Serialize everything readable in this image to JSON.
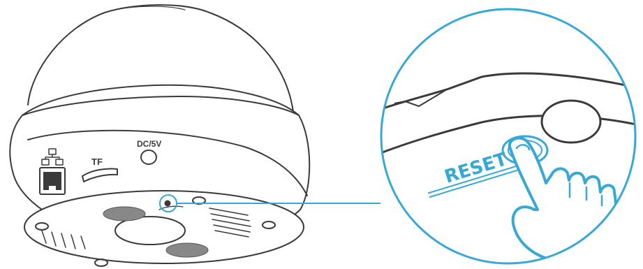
{
  "labels": {
    "tf": "TF",
    "dc": "DC/5V",
    "reset": "RESET"
  },
  "colors": {
    "outline": "#3a3a3a",
    "accent": "#35a8d8",
    "hand_fill": "#ffffff"
  },
  "icons": {
    "ethernet": "network-icon"
  }
}
